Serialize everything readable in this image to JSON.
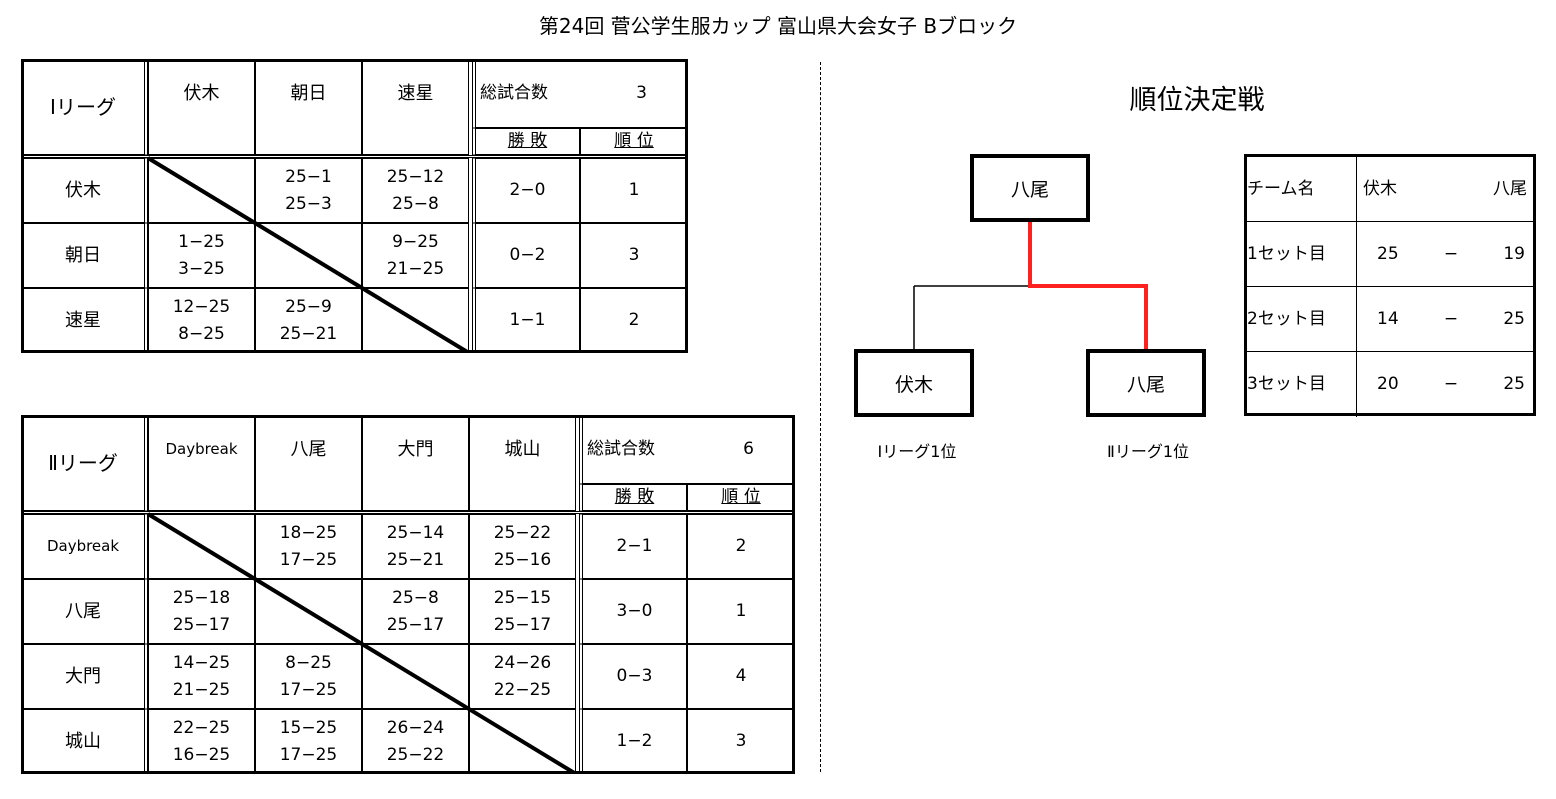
{
  "title": "第24回 菅公学生服カップ 富山県大会女子 Bブロック",
  "league1": {
    "name": "Ⅰリーグ",
    "total_label": "総試合数",
    "total": "3",
    "wl_label": "勝 敗",
    "rank_label": "順 位",
    "teams": [
      "伏木",
      "朝日",
      "速星"
    ],
    "rows": [
      {
        "team": "伏木",
        "scores": [
          "",
          "25−1\n25−3",
          "25−12\n25−8"
        ],
        "wl": "2−0",
        "rank": "1"
      },
      {
        "team": "朝日",
        "scores": [
          "1−25\n3−25",
          "",
          "9−25\n21−25"
        ],
        "wl": "0−2",
        "rank": "3"
      },
      {
        "team": "速星",
        "scores": [
          "12−25\n8−25",
          "25−9\n25−21",
          ""
        ],
        "wl": "1−1",
        "rank": "2"
      }
    ]
  },
  "league2": {
    "name": "Ⅱリーグ",
    "total_label": "総試合数",
    "total": "6",
    "wl_label": "勝 敗",
    "rank_label": "順 位",
    "teams": [
      "Daybreak",
      "八尾",
      "大門",
      "城山"
    ],
    "rows": [
      {
        "team": "Daybreak",
        "scores": [
          "",
          "18−25\n17−25",
          "25−14\n25−21",
          "25−22\n25−16"
        ],
        "wl": "2−1",
        "rank": "2"
      },
      {
        "team": "八尾",
        "scores": [
          "25−18\n25−17",
          "",
          "25−8\n25−17",
          "25−15\n25−17"
        ],
        "wl": "3−0",
        "rank": "1"
      },
      {
        "team": "大門",
        "scores": [
          "14−25\n21−25",
          "8−25\n17−25",
          "",
          "24−26\n22−25"
        ],
        "wl": "0−3",
        "rank": "4"
      },
      {
        "team": "城山",
        "scores": [
          "22−25\n16−25",
          "15−25\n17−25",
          "26−24\n25−22",
          ""
        ],
        "wl": "1−2",
        "rank": "3"
      }
    ]
  },
  "playoff": {
    "title": "順位決定戦",
    "winner": "八尾",
    "left": "伏木",
    "right": "八尾",
    "left_label": "Ⅰリーグ1位",
    "right_label": "Ⅱリーグ1位",
    "win_color": "#ff2020",
    "result": {
      "header": "チーム名",
      "team_a": "伏木",
      "team_b": "八尾",
      "sets": [
        {
          "label": "1セット目",
          "a": "25",
          "b": "19"
        },
        {
          "label": "2セット目",
          "a": "14",
          "b": "25"
        },
        {
          "label": "3セット目",
          "a": "20",
          "b": "25"
        }
      ],
      "dash": "−"
    }
  }
}
